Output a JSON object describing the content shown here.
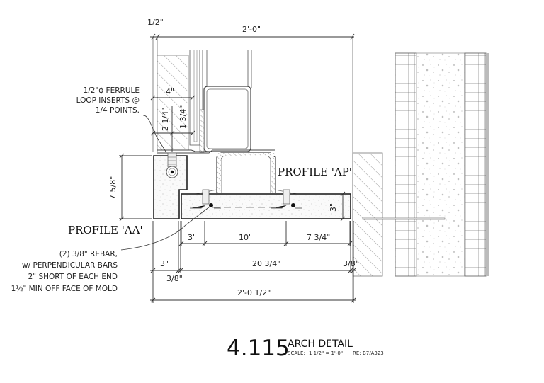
{
  "detail": {
    "number": "4.115",
    "title": "ARCH DETAIL",
    "scale_label": "SCALE:",
    "scale_value": "1 1/2\" = 1'-0\"",
    "ref_label": "RE:",
    "ref_value": "B7/A323"
  },
  "profiles": {
    "aa": "PROFILE 'AA'",
    "ap": "PROFILE 'AP'"
  },
  "notes": {
    "ferrule": [
      "1/2\"ϕ FERRULE",
      "LOOP INSERTS @",
      "1/4 POINTS."
    ],
    "rebar": [
      "(2) 3/8\" REBAR,",
      "w/ PERPENDICULAR BARS",
      "2\" SHORT OF EACH END",
      "1½\" MIN OFF FACE OF MOLD"
    ]
  },
  "dimensions": {
    "top_half": "1/2\"",
    "top_overall": "2'-0\"",
    "wall_4": "4\"",
    "ferrule_2_1_4": "2 1/4\"",
    "ferrule_1_3_4": "1 3/4\"",
    "aa_height": "7 5/8\"",
    "ap_thickness": "3\"",
    "seg_3": "3\"",
    "seg_10": "10\"",
    "seg_7_3_4": "7 3/4\"",
    "aa_width": "3\"",
    "gap_left": "3/8\"",
    "ap_width": "20 3/4\"",
    "gap_right": "3/8\"",
    "overall_bottom": "2'-0 1/2\""
  },
  "colors": {
    "line": "#222222",
    "background": "#ffffff"
  }
}
